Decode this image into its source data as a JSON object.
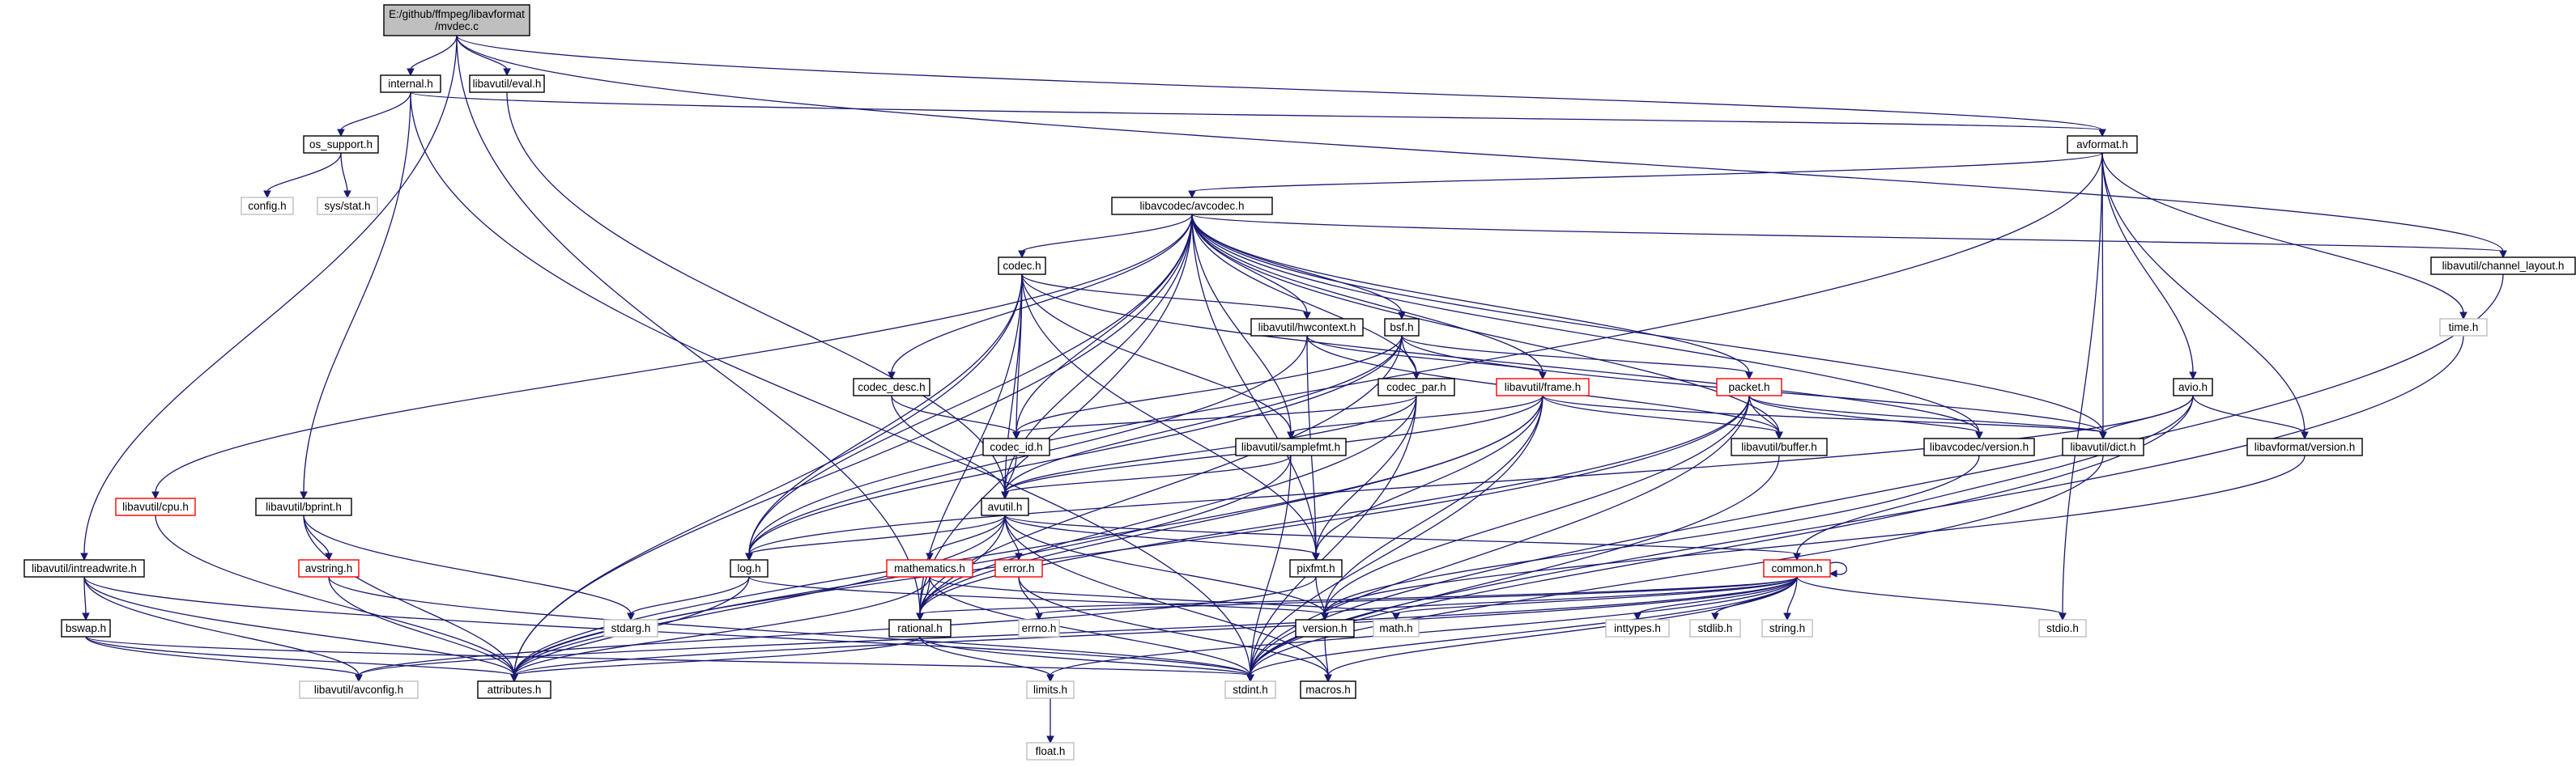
{
  "colors": {
    "edge": "#191970",
    "node_border": "#000000",
    "root_fill": "#bfbfbf",
    "undocumented_border": "#ff0000",
    "system_border": "#bfbfbf"
  },
  "graph": {
    "nodes": [
      {
        "id": "root",
        "label": [
          "E:/github/ffmpeg/libavformat",
          "/mvdec.c"
        ],
        "kind": "root"
      },
      {
        "id": "internal",
        "label": [
          "internal.h"
        ],
        "kind": "normal"
      },
      {
        "id": "eval",
        "label": [
          "libavutil/eval.h"
        ],
        "kind": "normal"
      },
      {
        "id": "os_support",
        "label": [
          "os_support.h"
        ],
        "kind": "normal"
      },
      {
        "id": "config",
        "label": [
          "config.h"
        ],
        "kind": "system"
      },
      {
        "id": "sys_stat",
        "label": [
          "sys/stat.h"
        ],
        "kind": "system"
      },
      {
        "id": "avformat",
        "label": [
          "avformat.h"
        ],
        "kind": "normal"
      },
      {
        "id": "avcodec",
        "label": [
          "libavcodec/avcodec.h"
        ],
        "kind": "normal"
      },
      {
        "id": "channel_layout",
        "label": [
          "libavutil/channel_layout.h"
        ],
        "kind": "normal"
      },
      {
        "id": "time",
        "label": [
          "time.h"
        ],
        "kind": "system"
      },
      {
        "id": "avio",
        "label": [
          "avio.h"
        ],
        "kind": "normal"
      },
      {
        "id": "avformat_version",
        "label": [
          "libavformat/version.h"
        ],
        "kind": "normal"
      },
      {
        "id": "codec",
        "label": [
          "codec.h"
        ],
        "kind": "normal"
      },
      {
        "id": "hwcontext",
        "label": [
          "libavutil/hwcontext.h"
        ],
        "kind": "normal"
      },
      {
        "id": "bsf",
        "label": [
          "bsf.h"
        ],
        "kind": "normal"
      },
      {
        "id": "frame",
        "label": [
          "libavutil/frame.h"
        ],
        "kind": "undocumented"
      },
      {
        "id": "packet",
        "label": [
          "packet.h"
        ],
        "kind": "undocumented"
      },
      {
        "id": "codec_desc",
        "label": [
          "codec_desc.h"
        ],
        "kind": "normal"
      },
      {
        "id": "codec_par",
        "label": [
          "codec_par.h"
        ],
        "kind": "normal"
      },
      {
        "id": "codec_id",
        "label": [
          "codec_id.h"
        ],
        "kind": "normal"
      },
      {
        "id": "samplefmt",
        "label": [
          "libavutil/samplefmt.h"
        ],
        "kind": "normal"
      },
      {
        "id": "buffer",
        "label": [
          "libavutil/buffer.h"
        ],
        "kind": "normal"
      },
      {
        "id": "avcodec_version",
        "label": [
          "libavcodec/version.h"
        ],
        "kind": "normal"
      },
      {
        "id": "dict",
        "label": [
          "libavutil/dict.h"
        ],
        "kind": "normal"
      },
      {
        "id": "cpu",
        "label": [
          "libavutil/cpu.h"
        ],
        "kind": "undocumented"
      },
      {
        "id": "bprint",
        "label": [
          "libavutil/bprint.h"
        ],
        "kind": "normal"
      },
      {
        "id": "avutil",
        "label": [
          "avutil.h"
        ],
        "kind": "normal"
      },
      {
        "id": "intreadwrite",
        "label": [
          "libavutil/intreadwrite.h"
        ],
        "kind": "normal"
      },
      {
        "id": "avstring",
        "label": [
          "avstring.h"
        ],
        "kind": "undocumented"
      },
      {
        "id": "log",
        "label": [
          "log.h"
        ],
        "kind": "normal"
      },
      {
        "id": "error",
        "label": [
          "error.h"
        ],
        "kind": "undocumented"
      },
      {
        "id": "mathematics",
        "label": [
          "mathematics.h"
        ],
        "kind": "undocumented"
      },
      {
        "id": "pixfmt",
        "label": [
          "pixfmt.h"
        ],
        "kind": "normal"
      },
      {
        "id": "common",
        "label": [
          "common.h"
        ],
        "kind": "undocumented"
      },
      {
        "id": "bswap",
        "label": [
          "bswap.h"
        ],
        "kind": "normal"
      },
      {
        "id": "stdarg",
        "label": [
          "stdarg.h"
        ],
        "kind": "system"
      },
      {
        "id": "rational",
        "label": [
          "rational.h"
        ],
        "kind": "normal"
      },
      {
        "id": "errno",
        "label": [
          "errno.h"
        ],
        "kind": "system"
      },
      {
        "id": "version",
        "label": [
          "version.h"
        ],
        "kind": "normal"
      },
      {
        "id": "math",
        "label": [
          "math.h"
        ],
        "kind": "system"
      },
      {
        "id": "inttypes",
        "label": [
          "inttypes.h"
        ],
        "kind": "system"
      },
      {
        "id": "stdlib",
        "label": [
          "stdlib.h"
        ],
        "kind": "system"
      },
      {
        "id": "string",
        "label": [
          "string.h"
        ],
        "kind": "system"
      },
      {
        "id": "stdio",
        "label": [
          "stdio.h"
        ],
        "kind": "system"
      },
      {
        "id": "avconfig",
        "label": [
          "libavutil/avconfig.h"
        ],
        "kind": "system"
      },
      {
        "id": "attributes",
        "label": [
          "attributes.h"
        ],
        "kind": "normal"
      },
      {
        "id": "limits",
        "label": [
          "limits.h"
        ],
        "kind": "system"
      },
      {
        "id": "stdint",
        "label": [
          "stdint.h"
        ],
        "kind": "system"
      },
      {
        "id": "macros",
        "label": [
          "macros.h"
        ],
        "kind": "normal"
      },
      {
        "id": "float",
        "label": [
          "float.h"
        ],
        "kind": "system"
      }
    ],
    "edges": [
      [
        "root",
        "internal"
      ],
      [
        "root",
        "eval"
      ],
      [
        "root",
        "avformat"
      ],
      [
        "root",
        "channel_layout"
      ],
      [
        "root",
        "intreadwrite"
      ],
      [
        "root",
        "rational"
      ],
      [
        "internal",
        "os_support"
      ],
      [
        "internal",
        "avformat"
      ],
      [
        "internal",
        "bprint"
      ],
      [
        "internal",
        "stdint"
      ],
      [
        "os_support",
        "config"
      ],
      [
        "os_support",
        "sys_stat"
      ],
      [
        "eval",
        "avutil"
      ],
      [
        "avformat",
        "avcodec"
      ],
      [
        "avformat",
        "time"
      ],
      [
        "avformat",
        "avio"
      ],
      [
        "avformat",
        "dict"
      ],
      [
        "avformat",
        "avformat_version"
      ],
      [
        "avformat",
        "stdio"
      ],
      [
        "avformat",
        "log"
      ],
      [
        "avcodec",
        "codec"
      ],
      [
        "avcodec",
        "hwcontext"
      ],
      [
        "avcodec",
        "bsf"
      ],
      [
        "avcodec",
        "frame"
      ],
      [
        "avcodec",
        "packet"
      ],
      [
        "avcodec",
        "codec_desc"
      ],
      [
        "avcodec",
        "codec_par"
      ],
      [
        "avcodec",
        "codec_id"
      ],
      [
        "avcodec",
        "samplefmt"
      ],
      [
        "avcodec",
        "buffer"
      ],
      [
        "avcodec",
        "avcodec_version"
      ],
      [
        "avcodec",
        "dict"
      ],
      [
        "avcodec",
        "cpu"
      ],
      [
        "avcodec",
        "channel_layout"
      ],
      [
        "avcodec",
        "avutil"
      ],
      [
        "avcodec",
        "log"
      ],
      [
        "avcodec",
        "pixfmt"
      ],
      [
        "avcodec",
        "rational"
      ],
      [
        "avcodec",
        "attributes"
      ],
      [
        "channel_layout",
        "stdint"
      ],
      [
        "time",
        "stdint"
      ],
      [
        "avio",
        "dict"
      ],
      [
        "avio",
        "avformat_version"
      ],
      [
        "avio",
        "common"
      ],
      [
        "avio",
        "log"
      ],
      [
        "avio",
        "stdint"
      ],
      [
        "avformat_version",
        "version"
      ],
      [
        "codec",
        "hwcontext"
      ],
      [
        "codec",
        "codec_id"
      ],
      [
        "codec",
        "samplefmt"
      ],
      [
        "codec",
        "avutil"
      ],
      [
        "codec",
        "log"
      ],
      [
        "codec",
        "pixfmt"
      ],
      [
        "codec",
        "rational"
      ],
      [
        "codec",
        "attributes"
      ],
      [
        "codec",
        "avcodec_version"
      ],
      [
        "hwcontext",
        "buffer"
      ],
      [
        "hwcontext",
        "frame"
      ],
      [
        "hwcontext",
        "log"
      ],
      [
        "hwcontext",
        "pixfmt"
      ],
      [
        "bsf",
        "codec_id"
      ],
      [
        "bsf",
        "codec_par"
      ],
      [
        "bsf",
        "packet"
      ],
      [
        "bsf",
        "dict"
      ],
      [
        "bsf",
        "log"
      ],
      [
        "bsf",
        "rational"
      ],
      [
        "bsf",
        "avutil"
      ],
      [
        "frame",
        "buffer"
      ],
      [
        "frame",
        "dict"
      ],
      [
        "frame",
        "samplefmt"
      ],
      [
        "frame",
        "avutil"
      ],
      [
        "frame",
        "pixfmt"
      ],
      [
        "frame",
        "rational"
      ],
      [
        "frame",
        "version"
      ],
      [
        "frame",
        "attributes"
      ],
      [
        "frame",
        "stdint"
      ],
      [
        "packet",
        "buffer"
      ],
      [
        "packet",
        "dict"
      ],
      [
        "packet",
        "avcodec_version"
      ],
      [
        "packet",
        "rational"
      ],
      [
        "packet",
        "version"
      ],
      [
        "packet",
        "attributes"
      ],
      [
        "packet",
        "stdint"
      ],
      [
        "codec_desc",
        "codec_id"
      ],
      [
        "codec_desc",
        "avutil"
      ],
      [
        "codec_par",
        "codec_id"
      ],
      [
        "codec_par",
        "avutil"
      ],
      [
        "codec_par",
        "pixfmt"
      ],
      [
        "codec_par",
        "rational"
      ],
      [
        "codec_par",
        "stdint"
      ],
      [
        "codec_id",
        "avutil"
      ],
      [
        "samplefmt",
        "avutil"
      ],
      [
        "samplefmt",
        "attributes"
      ],
      [
        "samplefmt",
        "stdint"
      ],
      [
        "buffer",
        "stdint"
      ],
      [
        "avcodec_version",
        "version"
      ],
      [
        "dict",
        "stdint"
      ],
      [
        "cpu",
        "attributes"
      ],
      [
        "bprint",
        "avstring"
      ],
      [
        "bprint",
        "attributes"
      ],
      [
        "bprint",
        "stdarg"
      ],
      [
        "intreadwrite",
        "bswap"
      ],
      [
        "intreadwrite",
        "avconfig"
      ],
      [
        "intreadwrite",
        "attributes"
      ],
      [
        "intreadwrite",
        "stdint"
      ],
      [
        "avutil",
        "log"
      ],
      [
        "avutil",
        "error"
      ],
      [
        "avutil",
        "mathematics"
      ],
      [
        "avutil",
        "pixfmt"
      ],
      [
        "avutil",
        "common"
      ],
      [
        "avutil",
        "rational"
      ],
      [
        "avutil",
        "version"
      ],
      [
        "avutil",
        "attributes"
      ],
      [
        "avutil",
        "macros"
      ],
      [
        "avstring",
        "attributes"
      ],
      [
        "avstring",
        "stdint"
      ],
      [
        "avstring",
        "stddef_hidden_skip"
      ],
      [
        "log",
        "stdarg"
      ],
      [
        "log",
        "attributes"
      ],
      [
        "log",
        "version"
      ],
      [
        "error",
        "errno"
      ],
      [
        "error",
        "macros"
      ],
      [
        "mathematics",
        "rational"
      ],
      [
        "mathematics",
        "attributes"
      ],
      [
        "mathematics",
        "math"
      ],
      [
        "mathematics",
        "stdint"
      ],
      [
        "pixfmt",
        "version"
      ],
      [
        "pixfmt",
        "avconfig"
      ],
      [
        "common",
        "common"
      ],
      [
        "common",
        "attributes"
      ],
      [
        "common",
        "macros"
      ],
      [
        "common",
        "version"
      ],
      [
        "common",
        "errno"
      ],
      [
        "common",
        "inttypes"
      ],
      [
        "common",
        "limits"
      ],
      [
        "common",
        "math"
      ],
      [
        "common",
        "stdio"
      ],
      [
        "common",
        "stdlib"
      ],
      [
        "common",
        "string"
      ],
      [
        "common",
        "rational"
      ],
      [
        "common",
        "avconfig"
      ],
      [
        "common",
        "stdint"
      ],
      [
        "bswap",
        "attributes"
      ],
      [
        "bswap",
        "avconfig"
      ],
      [
        "bswap",
        "stdint"
      ],
      [
        "rational",
        "attributes"
      ],
      [
        "rational",
        "limits"
      ],
      [
        "rational",
        "stdint"
      ],
      [
        "version",
        "macros"
      ],
      [
        "limits",
        "float"
      ]
    ]
  }
}
